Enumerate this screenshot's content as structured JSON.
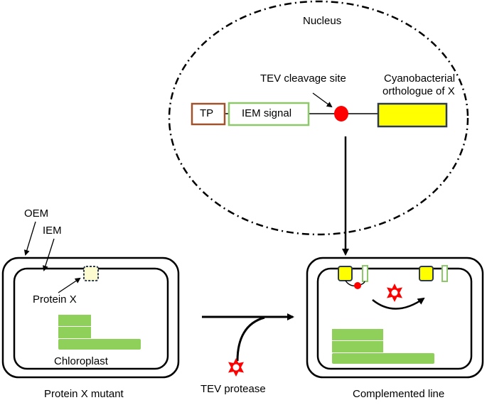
{
  "labels": {
    "nucleus": "Nucleus",
    "tev_cleavage_site": "TEV cleavage site",
    "cyano_line1": "Cyanobacterial",
    "cyano_line2": "orthologue of X",
    "tp": "TP",
    "iem_signal": "IEM signal",
    "oem": "OEM",
    "iem": "IEM",
    "protein_x": "Protein X",
    "chloroplast": "Chloroplast",
    "protein_x_mutant": "Protein X mutant",
    "tev_protease": "TEV protease",
    "complemented_line": "Complemented line"
  },
  "colors": {
    "tp_border": "#a0522d",
    "iem_signal_border": "#8dc86a",
    "cleavage_site": "#ff0000",
    "ortholog_fill": "#ffff00",
    "ortholog_border": "#2e3a4f",
    "thylakoid": "#8fd05a",
    "protein_x_fill": "#fdfbd0",
    "protease": "#ff0000"
  },
  "icons": {
    "protease": "starburst-icon"
  }
}
